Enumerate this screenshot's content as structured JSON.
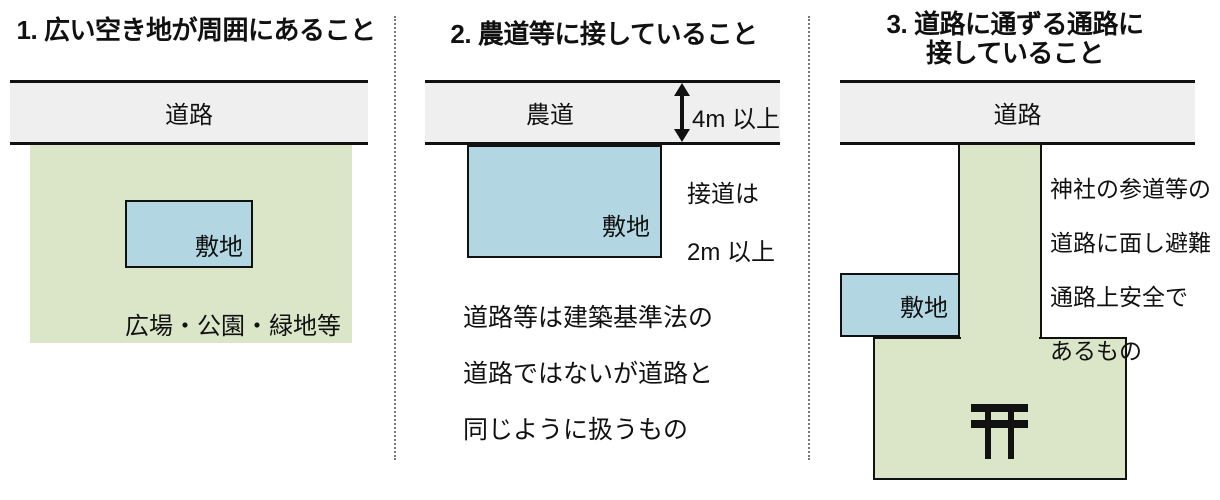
{
  "colors": {
    "road_fill": "#efefef",
    "green_fill": "#dbe6c9",
    "site_fill": "#b3d7e2",
    "line": "#111111",
    "divider": "#777777"
  },
  "panel1": {
    "title": "1. 広い空き地が周囲にあること",
    "road_label": "道路",
    "site_label": "敷地",
    "open_space_label": "広場・公園・緑地等"
  },
  "panel2": {
    "title": "2. 農道等に接していること",
    "road_label": "農道",
    "road_width_label": "4m 以上",
    "site_label": "敷地",
    "frontage_lines": [
      "接道は",
      "2m 以上"
    ],
    "note_lines": [
      "道路等は建築基準法の",
      "道路ではないが道路と",
      "同じように扱うもの"
    ]
  },
  "panel3": {
    "title_lines": [
      "3. 道路に通ずる通路に",
      "接していること"
    ],
    "road_label": "道路",
    "site_label": "敷地",
    "note_lines": [
      "神社の参道等の",
      "道路に面し避難",
      "通路上安全で",
      "あるもの"
    ],
    "shrine_symbol": "torii-gate"
  }
}
